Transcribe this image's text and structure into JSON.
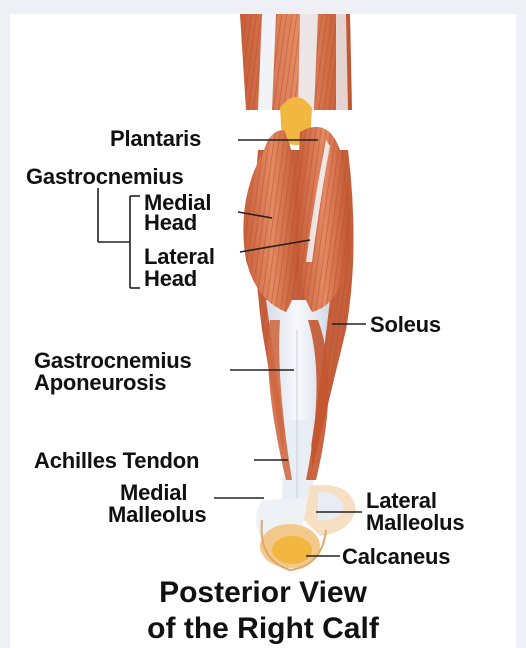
{
  "labels": {
    "plantaris": "Plantaris",
    "gastrocnemius": "Gastrocnemius",
    "medial_head": [
      "Medial",
      "Head"
    ],
    "lateral_head": [
      "Lateral",
      "Head"
    ],
    "soleus": "Soleus",
    "gastrocnemius_aponeurosis": [
      "Gastrocnemius",
      "Aponeurosis"
    ],
    "achilles_tendon": "Achilles Tendon",
    "medial_malleolus": [
      "Medial",
      "Malleolus"
    ],
    "lateral_malleolus": [
      "Lateral",
      "Malleolus"
    ],
    "calcaneus": "Calcaneus"
  },
  "title": [
    "Posterior View",
    "of the Right Calf"
  ],
  "colors": {
    "muscle": "#d9704c",
    "muscle_dark": "#b9502e",
    "tendon": "#eef1f6",
    "fat": "#f2b740",
    "bone": "#f3c98b",
    "line": "#222222"
  }
}
